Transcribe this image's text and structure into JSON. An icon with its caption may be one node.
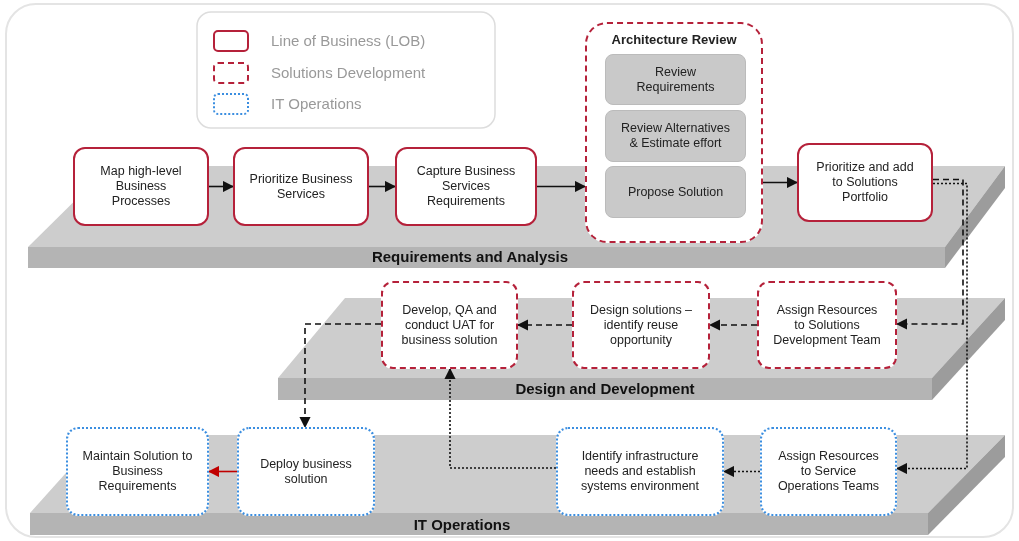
{
  "diagram": {
    "nodes": [
      {
        "text": [
          "Map high-level Business Processes"
        ]
      },
      {
        "text": [
          "Prioritize Business Services"
        ]
      },
      {
        "text": [
          "Capture Business Services Requirements"
        ]
      },
      {
        "text": [
          "Architecture Review"
        ]
      },
      {
        "text": [
          "Review Requirements"
        ],
        "in": 3
      },
      {
        "text": [
          "Review Alternatives & Estimate effort"
        ],
        "in": 3
      },
      {
        "text": [
          "Propose Solution"
        ],
        "in": 3
      },
      {
        "text": [
          "Prioritize and add to Solutions Portfolio"
        ]
      },
      {
        "text": [
          "Develop, QA and conduct UAT for business solution"
        ]
      },
      {
        "text": [
          "Design solutions – identify reuse opportunity"
        ]
      },
      {
        "text": [
          "Assign Resources to Solutions Development Team"
        ]
      },
      {
        "text": [
          "Maintain Solution to Business Requirements"
        ]
      },
      {
        "text": [
          "Deploy business solution"
        ]
      },
      {
        "text": [
          "Identify infrastructure needs and establish systems environment"
        ]
      },
      {
        "text": [
          "Assign Resources to Service Operations Teams"
        ]
      }
    ],
    "edges": [
      {
        "from": 0,
        "to": 1,
        "arrow": "to"
      },
      {
        "from": 1,
        "to": 2,
        "arrow": "to"
      },
      {
        "from": 2,
        "to": 3,
        "arrow": "to"
      },
      {
        "from": 3,
        "to": 7,
        "arrow": "to"
      },
      {
        "from": 7,
        "to": 10,
        "arrow": "to",
        "style": "dashed"
      },
      {
        "from": 7,
        "to": 14,
        "arrow": "to",
        "style": "dashed"
      },
      {
        "from": 10,
        "to": 9,
        "arrow": "to",
        "style": "dashed"
      },
      {
        "from": 9,
        "to": 8,
        "arrow": "to",
        "style": "dashed"
      },
      {
        "from": 8,
        "to": 12,
        "arrow": "to",
        "style": "dashed"
      },
      {
        "from": 14,
        "to": 13,
        "arrow": "to",
        "style": "dashed"
      },
      {
        "from": 13,
        "to": 8,
        "arrow": "to",
        "style": "dashed"
      },
      {
        "from": 12,
        "to": 11,
        "arrow": "to",
        "color": "#c00000"
      }
    ],
    "labels": [
      "Requirements and Analysis",
      "Design and Development",
      "IT Operations"
    ],
    "legend": [
      {
        "text": "Line of Business (LOB)"
      },
      {
        "text": "Solutions Development"
      },
      {
        "text": "IT Operations"
      }
    ]
  }
}
